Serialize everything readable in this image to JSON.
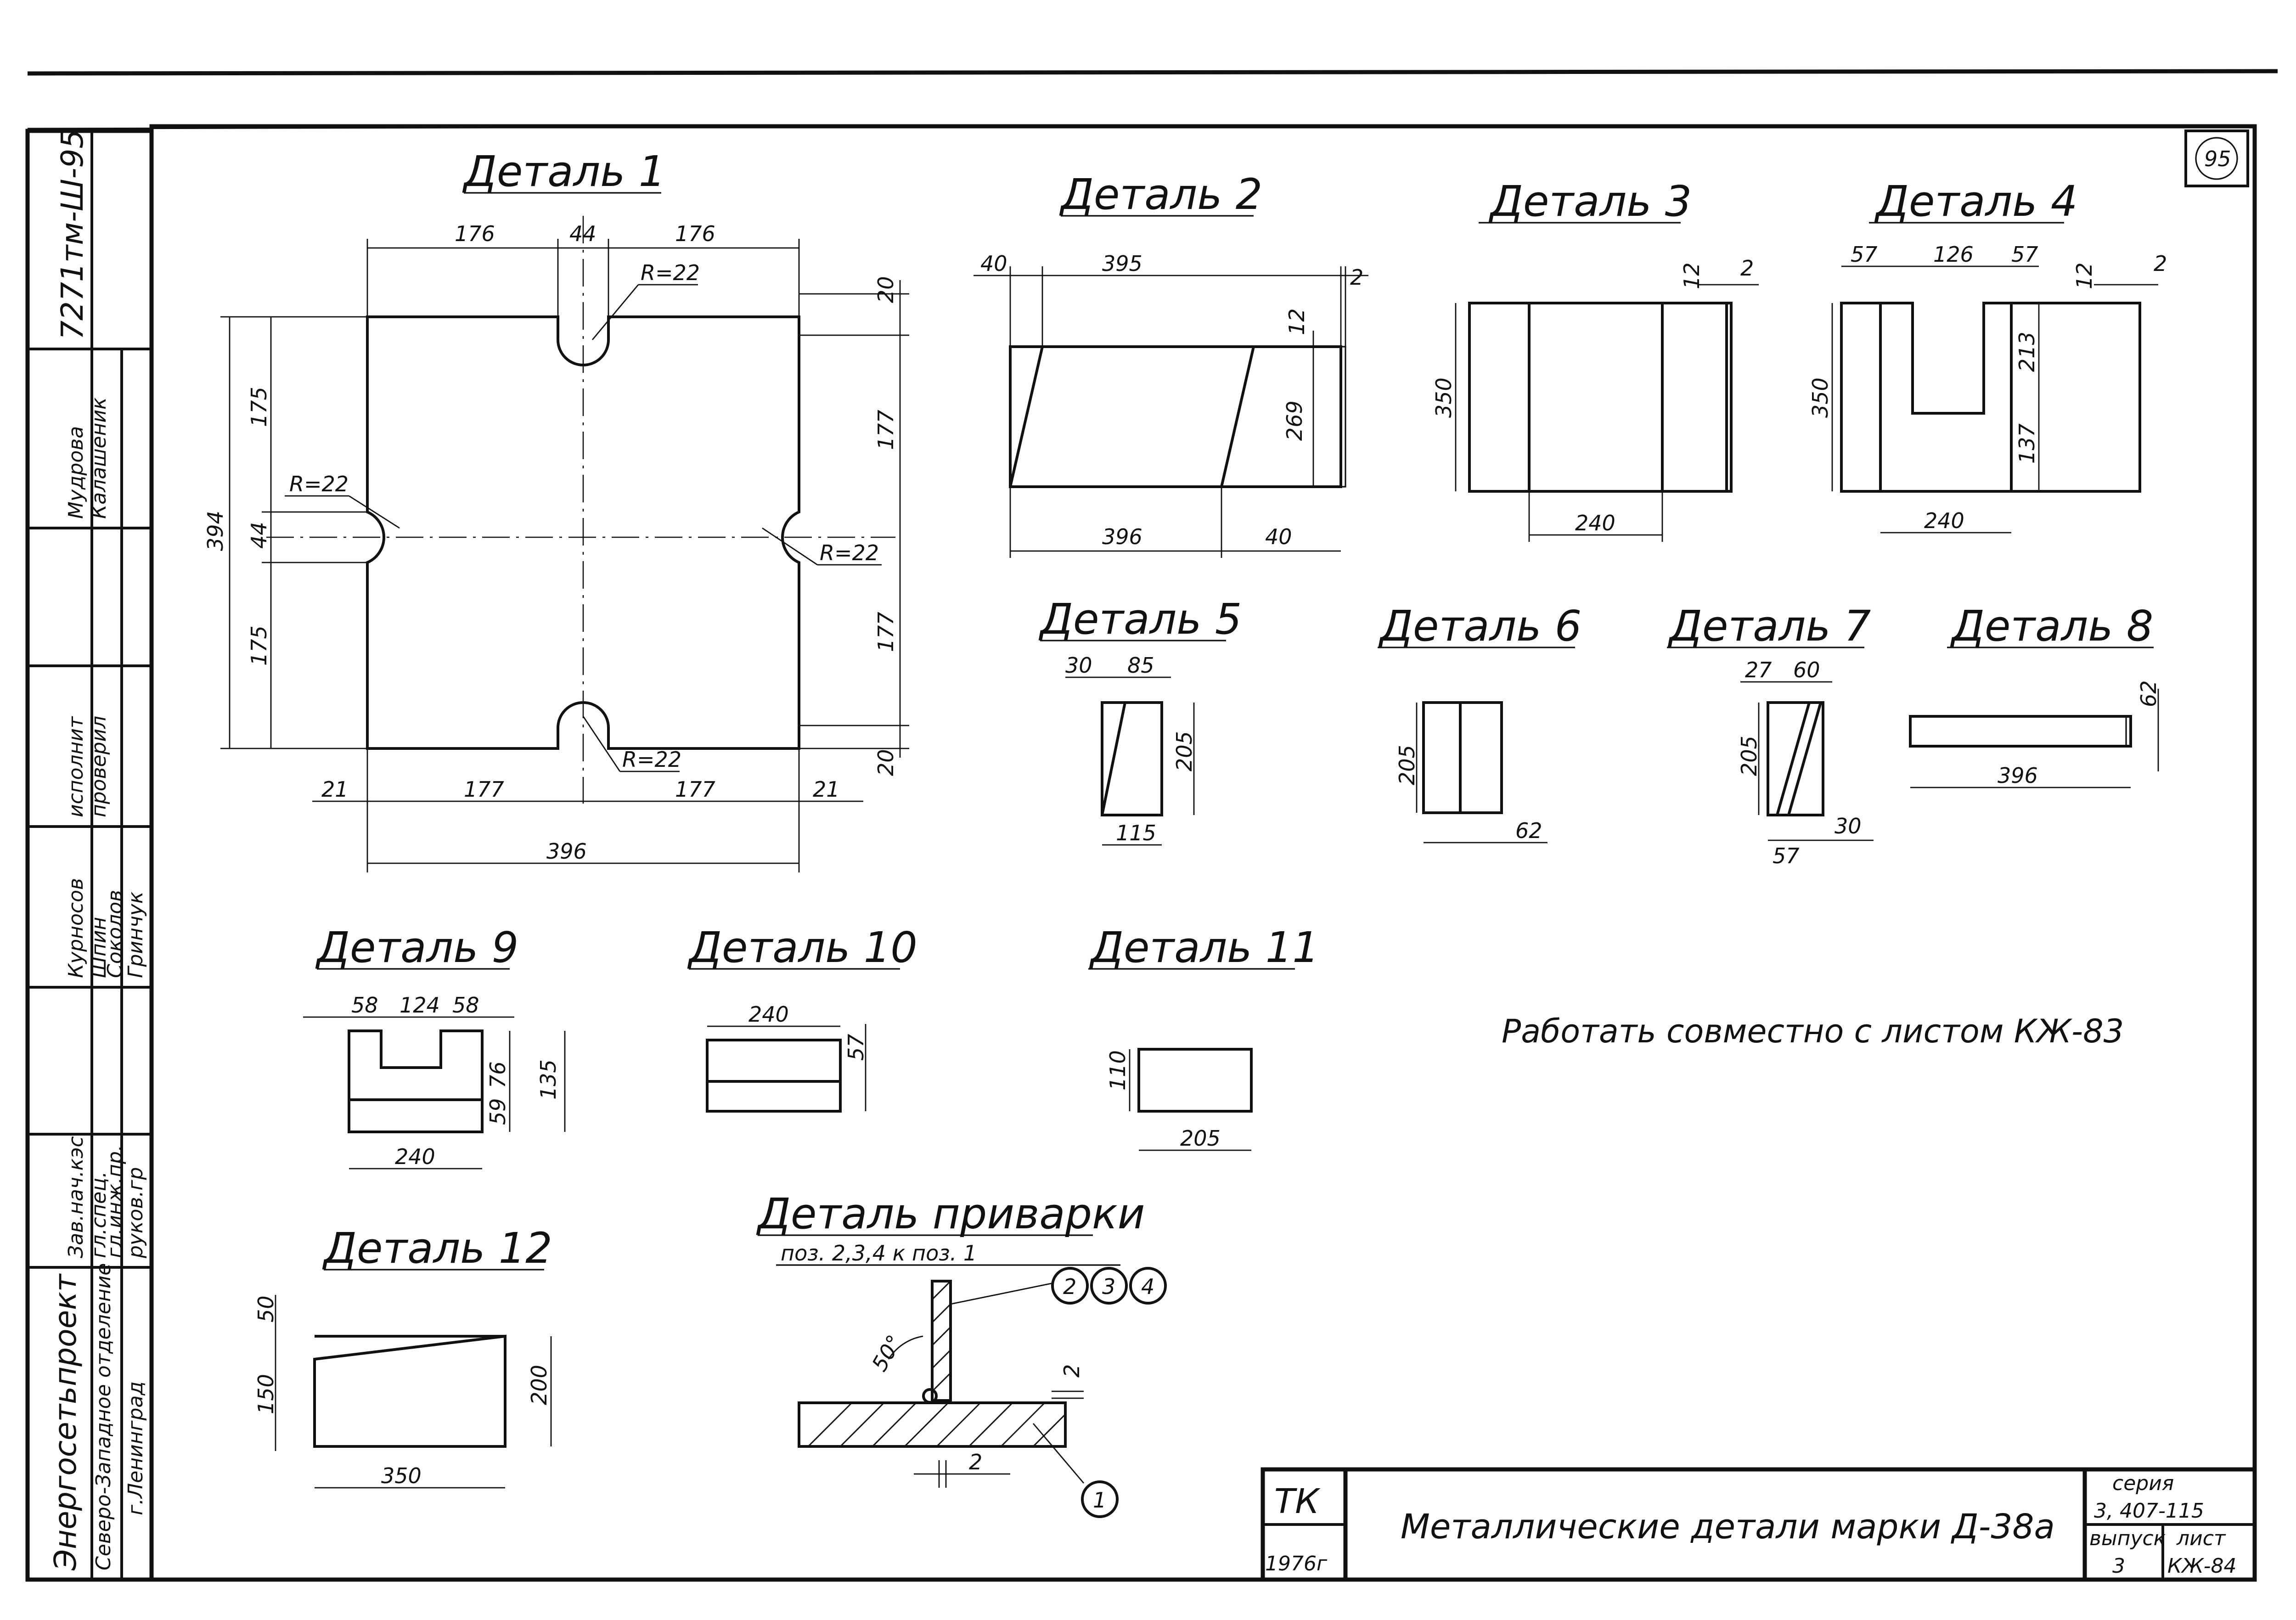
{
  "sheet_number": "95",
  "drawing_code": "7271тм-Ш-95",
  "note": "Работать совместно с листом КЖ-83",
  "title_block": {
    "stamp": "ТК",
    "year": "1976г",
    "title": "Металлические детали марки Д-38а",
    "series_label": "серия",
    "series_value": "3, 407-115",
    "issue_label": "выпуск",
    "issue_value": "3",
    "sheet_label": "лист",
    "sheet_value": "КЖ-84"
  },
  "side_stamp": {
    "org": "Энергосетьпроект",
    "branch": "Северо-Западное отделение",
    "city": "г.Ленинград",
    "roles": [
      "Зав.нач.кэс",
      "гл.спец.",
      "гл.инж.пр.",
      "руков.гр",
      "исполнит",
      "проверил"
    ],
    "names": [
      "Курносов",
      "Шпин",
      "Соколов",
      "Гринчук",
      "Мудрова",
      "Калашеник"
    ]
  },
  "details": {
    "d1": {
      "title": "Деталь 1",
      "top": [
        "176",
        "44",
        "176"
      ],
      "r_top": "R=22",
      "r_left": "R=22",
      "r_right": "R=22",
      "r_bot": "R=22",
      "left_total": "394",
      "left": [
        "175",
        "44",
        "175"
      ],
      "right": [
        "20",
        "177",
        "177",
        "20"
      ],
      "bottom": [
        "21",
        "177",
        "177",
        "21"
      ],
      "bottom_total": "396"
    },
    "d2": {
      "title": "Деталь 2",
      "top_left": "40",
      "top": "395",
      "top_right": "2",
      "right_a": "12",
      "right_h": "269",
      "bottom": "396",
      "bottom_right": "40"
    },
    "d3": {
      "title": "Деталь 3",
      "top_a": "12",
      "top_b": "2",
      "height": "350",
      "width": "240"
    },
    "d4": {
      "title": "Деталь 4",
      "top": [
        "57",
        "126",
        "57"
      ],
      "top_a": "12",
      "top_b": "2",
      "height": "350",
      "upper": "213",
      "lower": "137",
      "width": "240"
    },
    "d5": {
      "title": "Деталь 5",
      "top_a": "30",
      "top_b": "85",
      "height": "205",
      "bottom": "115"
    },
    "d6": {
      "title": "Деталь 6",
      "height": "205",
      "width": "62"
    },
    "d7": {
      "title": "Деталь 7",
      "top_a": "27",
      "top_b": "60",
      "height": "205",
      "bot_a": "30",
      "bot_b": "57"
    },
    "d8": {
      "title": "Деталь 8",
      "height": "62",
      "width": "396"
    },
    "d9": {
      "title": "Деталь 9",
      "top": [
        "58",
        "124",
        "58"
      ],
      "h_a": "76",
      "h_b": "59",
      "h_total": "135",
      "width": "240"
    },
    "d10": {
      "title": "Деталь 10",
      "width": "240",
      "height": "57"
    },
    "d11": {
      "title": "Деталь 11",
      "height": "110",
      "width": "205"
    },
    "d12": {
      "title": "Деталь 12",
      "left_a": "50",
      "left_b": "150",
      "right": "200",
      "width": "350"
    },
    "weld": {
      "title": "Деталь приварки",
      "subtitle": "поз. 2,3,4 к поз. 1",
      "pos": [
        "2",
        "3",
        "4",
        "1"
      ],
      "angle": "50°",
      "gap": "2",
      "gap_v": "2"
    }
  }
}
